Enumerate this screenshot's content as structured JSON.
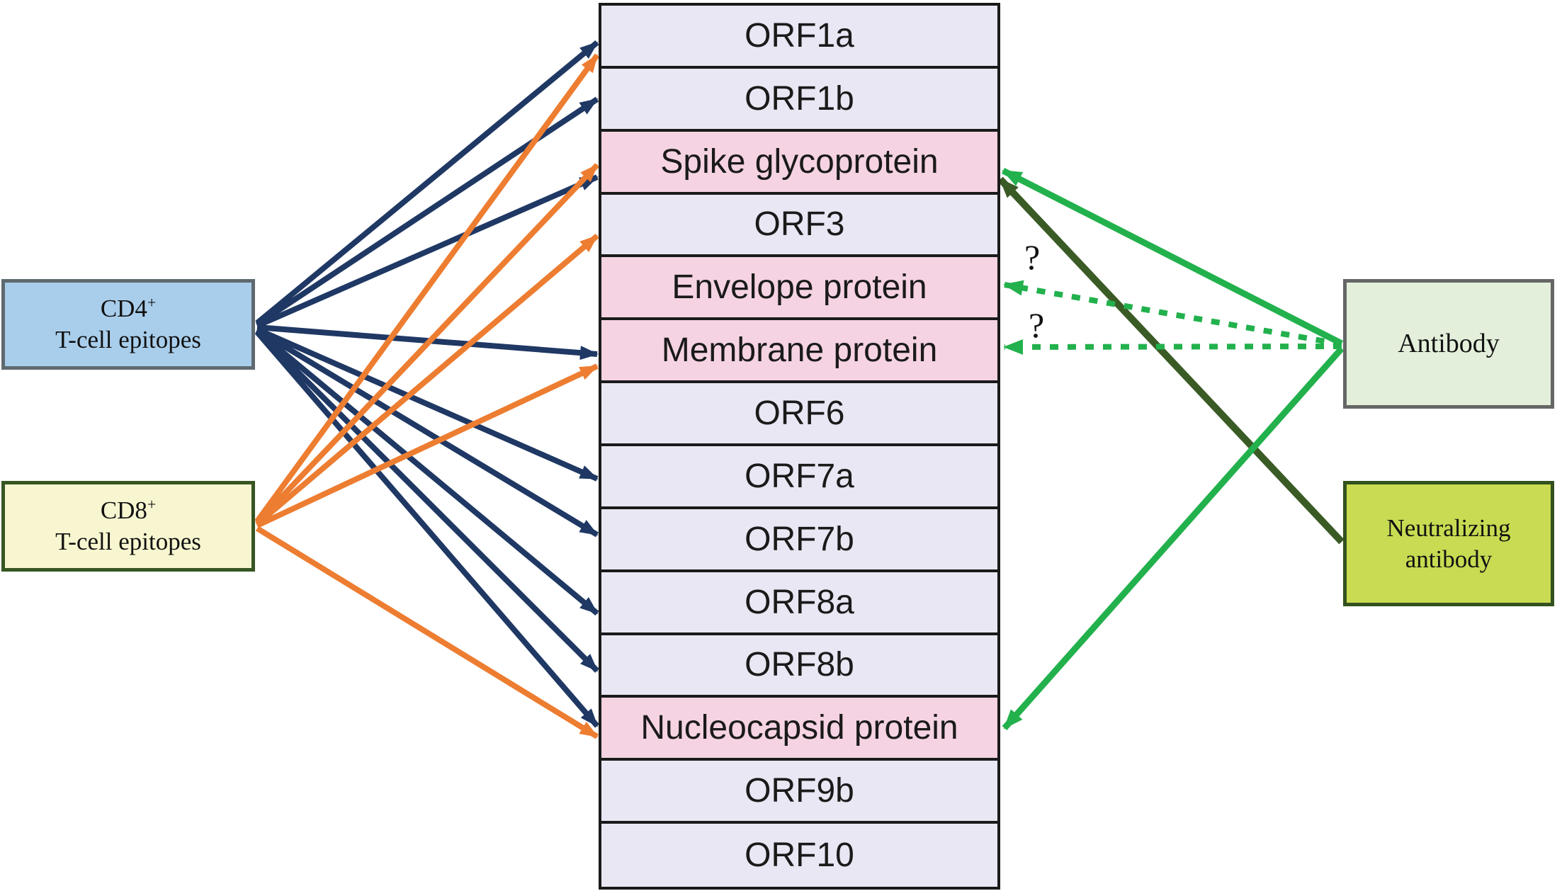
{
  "diagram": {
    "title_hint": "Mapping of T-cell epitopes and antibody responses to SARS-CoV-2 proteins",
    "left_boxes": {
      "cd4": {
        "line1": "CD4",
        "sup": "+",
        "line2": "T-cell epitopes"
      },
      "cd8": {
        "line1": "CD8",
        "sup": "+",
        "line2": "T-cell epitopes"
      }
    },
    "right_boxes": {
      "antibody": {
        "label": "Antibody"
      },
      "neutralizing": {
        "line1": "Neutralizing",
        "line2": "antibody"
      }
    },
    "proteins": [
      {
        "label": "ORF1a",
        "highlighted": false
      },
      {
        "label": "ORF1b",
        "highlighted": false
      },
      {
        "label": "Spike glycoprotein",
        "highlighted": true
      },
      {
        "label": "ORF3",
        "highlighted": false
      },
      {
        "label": "Envelope protein",
        "highlighted": true
      },
      {
        "label": "Membrane protein",
        "highlighted": true
      },
      {
        "label": "ORF6",
        "highlighted": false
      },
      {
        "label": "ORF7a",
        "highlighted": false
      },
      {
        "label": "ORF7b",
        "highlighted": false
      },
      {
        "label": "ORF8a",
        "highlighted": false
      },
      {
        "label": "ORF8b",
        "highlighted": false
      },
      {
        "label": "Nucleocapsid protein",
        "highlighted": true
      },
      {
        "label": "ORF9b",
        "highlighted": false
      },
      {
        "label": "ORF10",
        "highlighted": false
      }
    ],
    "question_marks": [
      "?",
      "?"
    ],
    "connections": {
      "cd4_t_cell_targets": [
        "ORF1a",
        "ORF1b",
        "Spike glycoprotein",
        "Membrane protein",
        "ORF7a",
        "ORF7b",
        "ORF8a",
        "ORF8b",
        "Nucleocapsid protein"
      ],
      "cd8_t_cell_targets": [
        "ORF1a",
        "Spike glycoprotein",
        "ORF3",
        "Membrane protein",
        "Nucleocapsid protein"
      ],
      "antibody_solid_targets": [
        "Spike glycoprotein",
        "Nucleocapsid protein"
      ],
      "antibody_dashed_uncertain_targets": [
        "Envelope protein",
        "Membrane protein"
      ],
      "neutralizing_antibody_targets": [
        "Spike glycoprotein"
      ]
    },
    "colors": {
      "cd4_arrow": "#1F3864",
      "cd8_arrow": "#ED7D31",
      "antibody_arrow": "#22B14C",
      "neutralizing_arrow": "#3A5B25",
      "row_default": "#E9E7F3",
      "row_highlight": "#F5D3E2",
      "cd4_fill": "#A9CEEB",
      "cd8_fill": "#F8F6D0",
      "antibody_fill": "#E3EFDB",
      "neutralizing_fill": "#C9DB52"
    }
  }
}
